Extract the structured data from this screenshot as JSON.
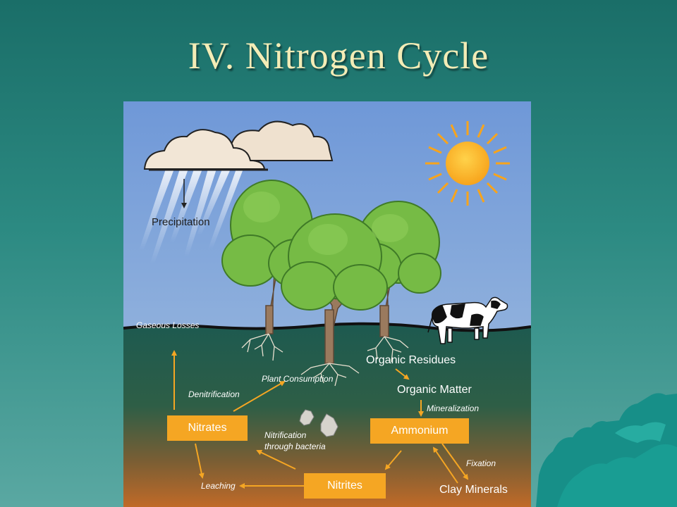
{
  "slide": {
    "title": "IV. Nitrogen Cycle"
  },
  "diagram": {
    "labels": {
      "precipitation": "Precipitation",
      "gaseous_losses": "Gaseous Losses",
      "organic_residues": "Organic Residues",
      "organic_matter": "Organic Matter",
      "mineralization": "Mineralization",
      "plant_consumption": "Plant Consumption",
      "denitrification": "Denitrification",
      "nitrification_line1": "Nitrification",
      "nitrification_line2": "through bacteria",
      "fixation": "Fixation",
      "leaching": "Leaching",
      "clay_minerals": "Clay Minerals"
    },
    "boxes": {
      "nitrates": "Nitrates",
      "ammonium": "Ammonium",
      "nitrites": "Nitrites"
    },
    "colors": {
      "sky": "#7aa0d6",
      "soil_top": "#1f5e52",
      "soil_bottom": "#b86a2c",
      "box": "#f5a623",
      "arrow": "#f5a623",
      "sun": "#fbb21e",
      "foliage": "#72b843",
      "trunk": "#9a7a5e"
    },
    "icons": [
      "cloud-icon",
      "sun-icon",
      "tree-icon",
      "cow-icon",
      "rock-icon"
    ]
  }
}
